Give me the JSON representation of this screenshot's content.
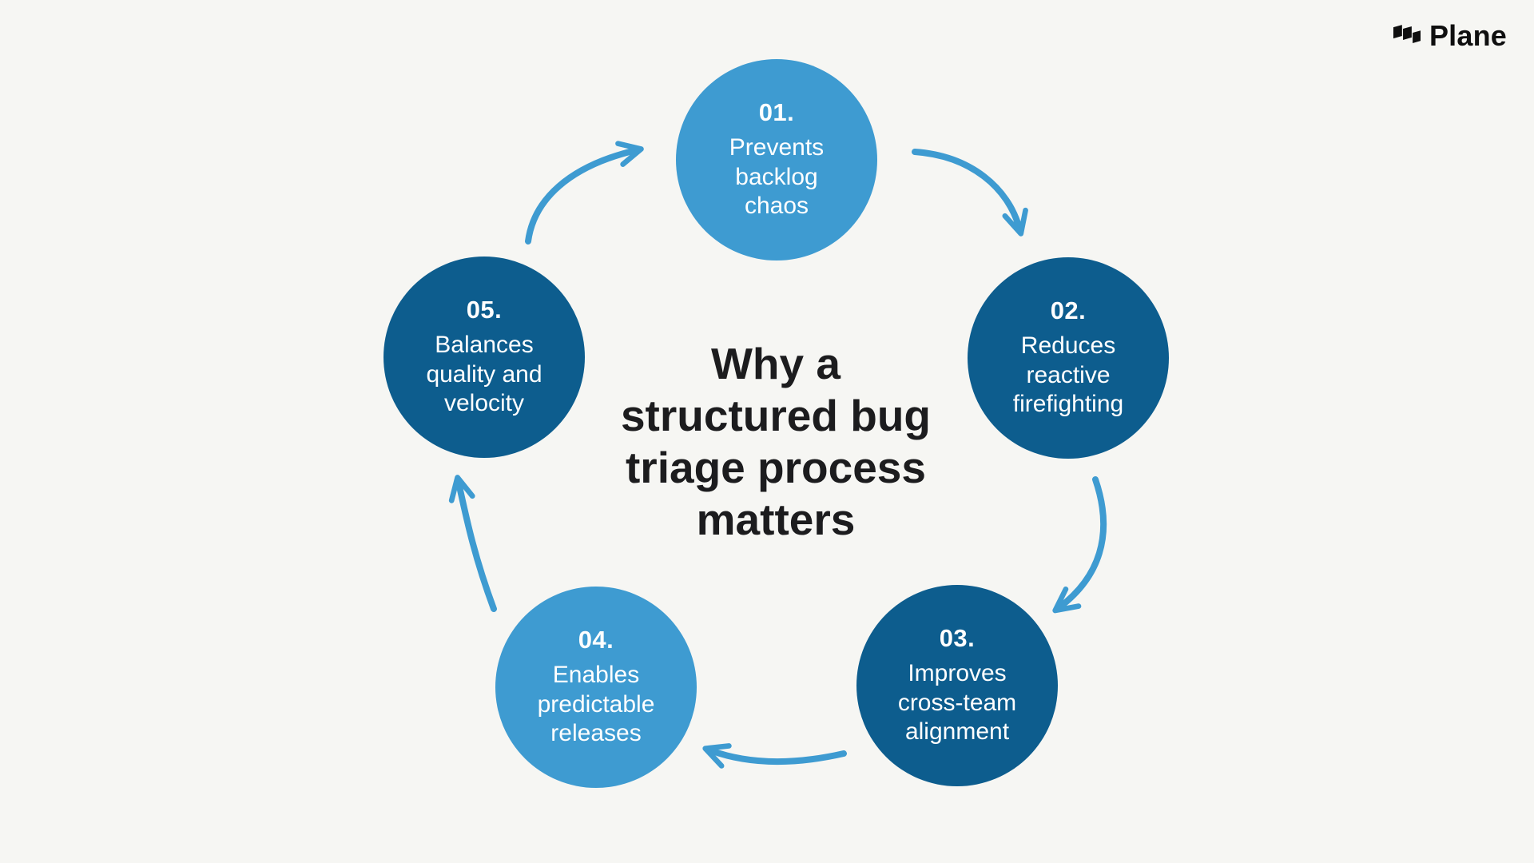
{
  "brand": {
    "name": "Plane"
  },
  "title": {
    "lines": [
      "Why a",
      "structured bug",
      "triage process",
      "matters"
    ]
  },
  "steps": [
    {
      "number": "01.",
      "label": "Prevents backlog chaos",
      "lines": [
        "Prevents",
        "backlog",
        "chaos"
      ],
      "color": "#3e9bd1"
    },
    {
      "number": "02.",
      "label": "Reduces reactive firefighting",
      "lines": [
        "Reduces",
        "reactive",
        "firefighting"
      ],
      "color": "#0d5d8e"
    },
    {
      "number": "03.",
      "label": "Improves cross-team alignment",
      "lines": [
        "Improves",
        "cross-team",
        "alignment"
      ],
      "color": "#0d5d8e"
    },
    {
      "number": "04.",
      "label": "Enables predictable releases",
      "lines": [
        "Enables",
        "predictable",
        "releases"
      ],
      "color": "#3e9bd1"
    },
    {
      "number": "05.",
      "label": "Balances quality and velocity",
      "lines": [
        "Balances",
        "quality and",
        "velocity"
      ],
      "color": "#0d5d8e"
    }
  ],
  "colors": {
    "background": "#f6f6f3",
    "light_circle": "#3e9bd1",
    "dark_circle": "#0d5d8e",
    "arrow": "#3e9bd1",
    "title_text": "#1c1c1e",
    "circle_text": "#ffffff",
    "brand_text": "#0f0f0f"
  }
}
